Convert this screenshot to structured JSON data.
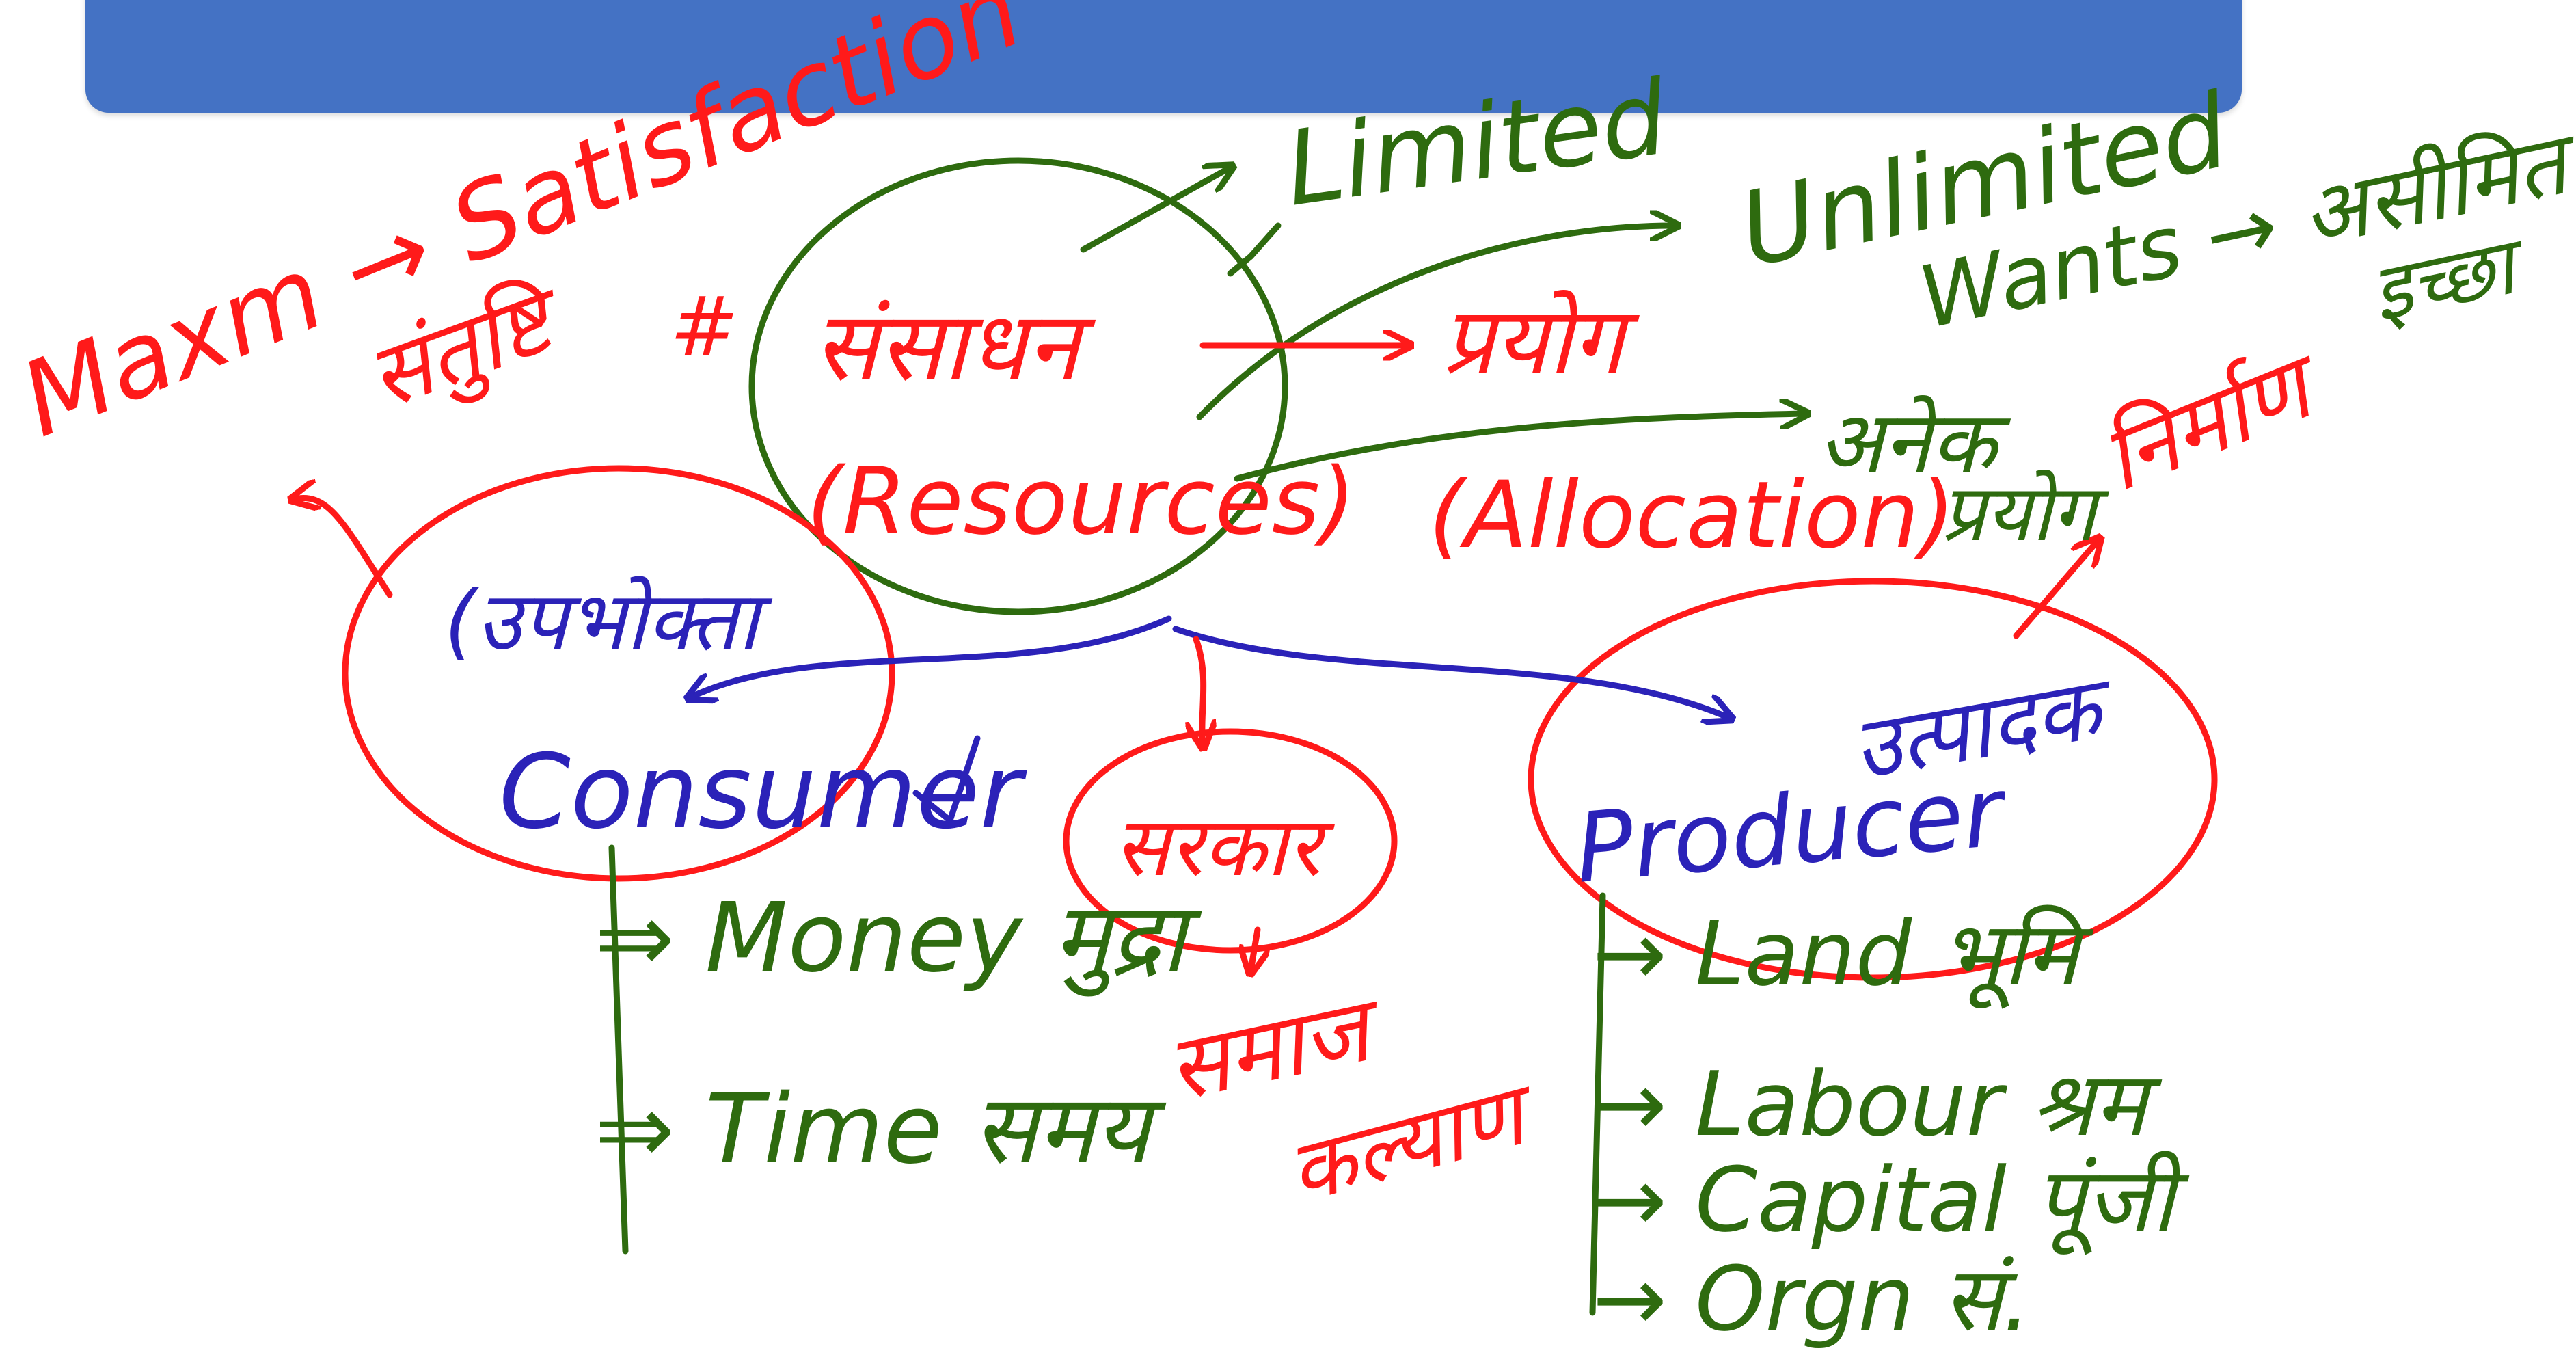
{
  "slide": {
    "title": "Meaning of Economics (अर्थशास्त्र का अर्थ)"
  },
  "ink_colors": {
    "green": "#2e6b0f",
    "red": "#ff1a1a",
    "blue": "#2b22b8",
    "title_bar": "#4472c4"
  },
  "notes": {
    "max_satisfaction": "Maxm → Satisfaction",
    "santushti": "संतुष्टि",
    "hash": "#",
    "limited": "Limited",
    "unlimited": "Unlimited",
    "wants": "Wants → असीमित",
    "ichchha": "इच्छा",
    "sansadhan": "संसाधन",
    "resources": "(Resources)",
    "prayog": "प्रयोग",
    "allocation": "(Allocation)",
    "anek": "अनेक",
    "anek_prayog": "प्रयोग",
    "nirman": "निर्माण",
    "upbhokta": "(उपभोक्ता",
    "consumer": "Consumer",
    "sarkar": "सरकार",
    "producer": "Producer",
    "utpadak": "उत्पादक",
    "money": "⇒ Money मुद्रा",
    "time": "⇒ Time समय",
    "samaj": "समाज",
    "kalyan": "कल्याण",
    "land": "→ Land भूमि",
    "labour": "→ Labour श्रम",
    "capital": "→ Capital पूंजी",
    "orgn": "→ Orgn सं."
  }
}
